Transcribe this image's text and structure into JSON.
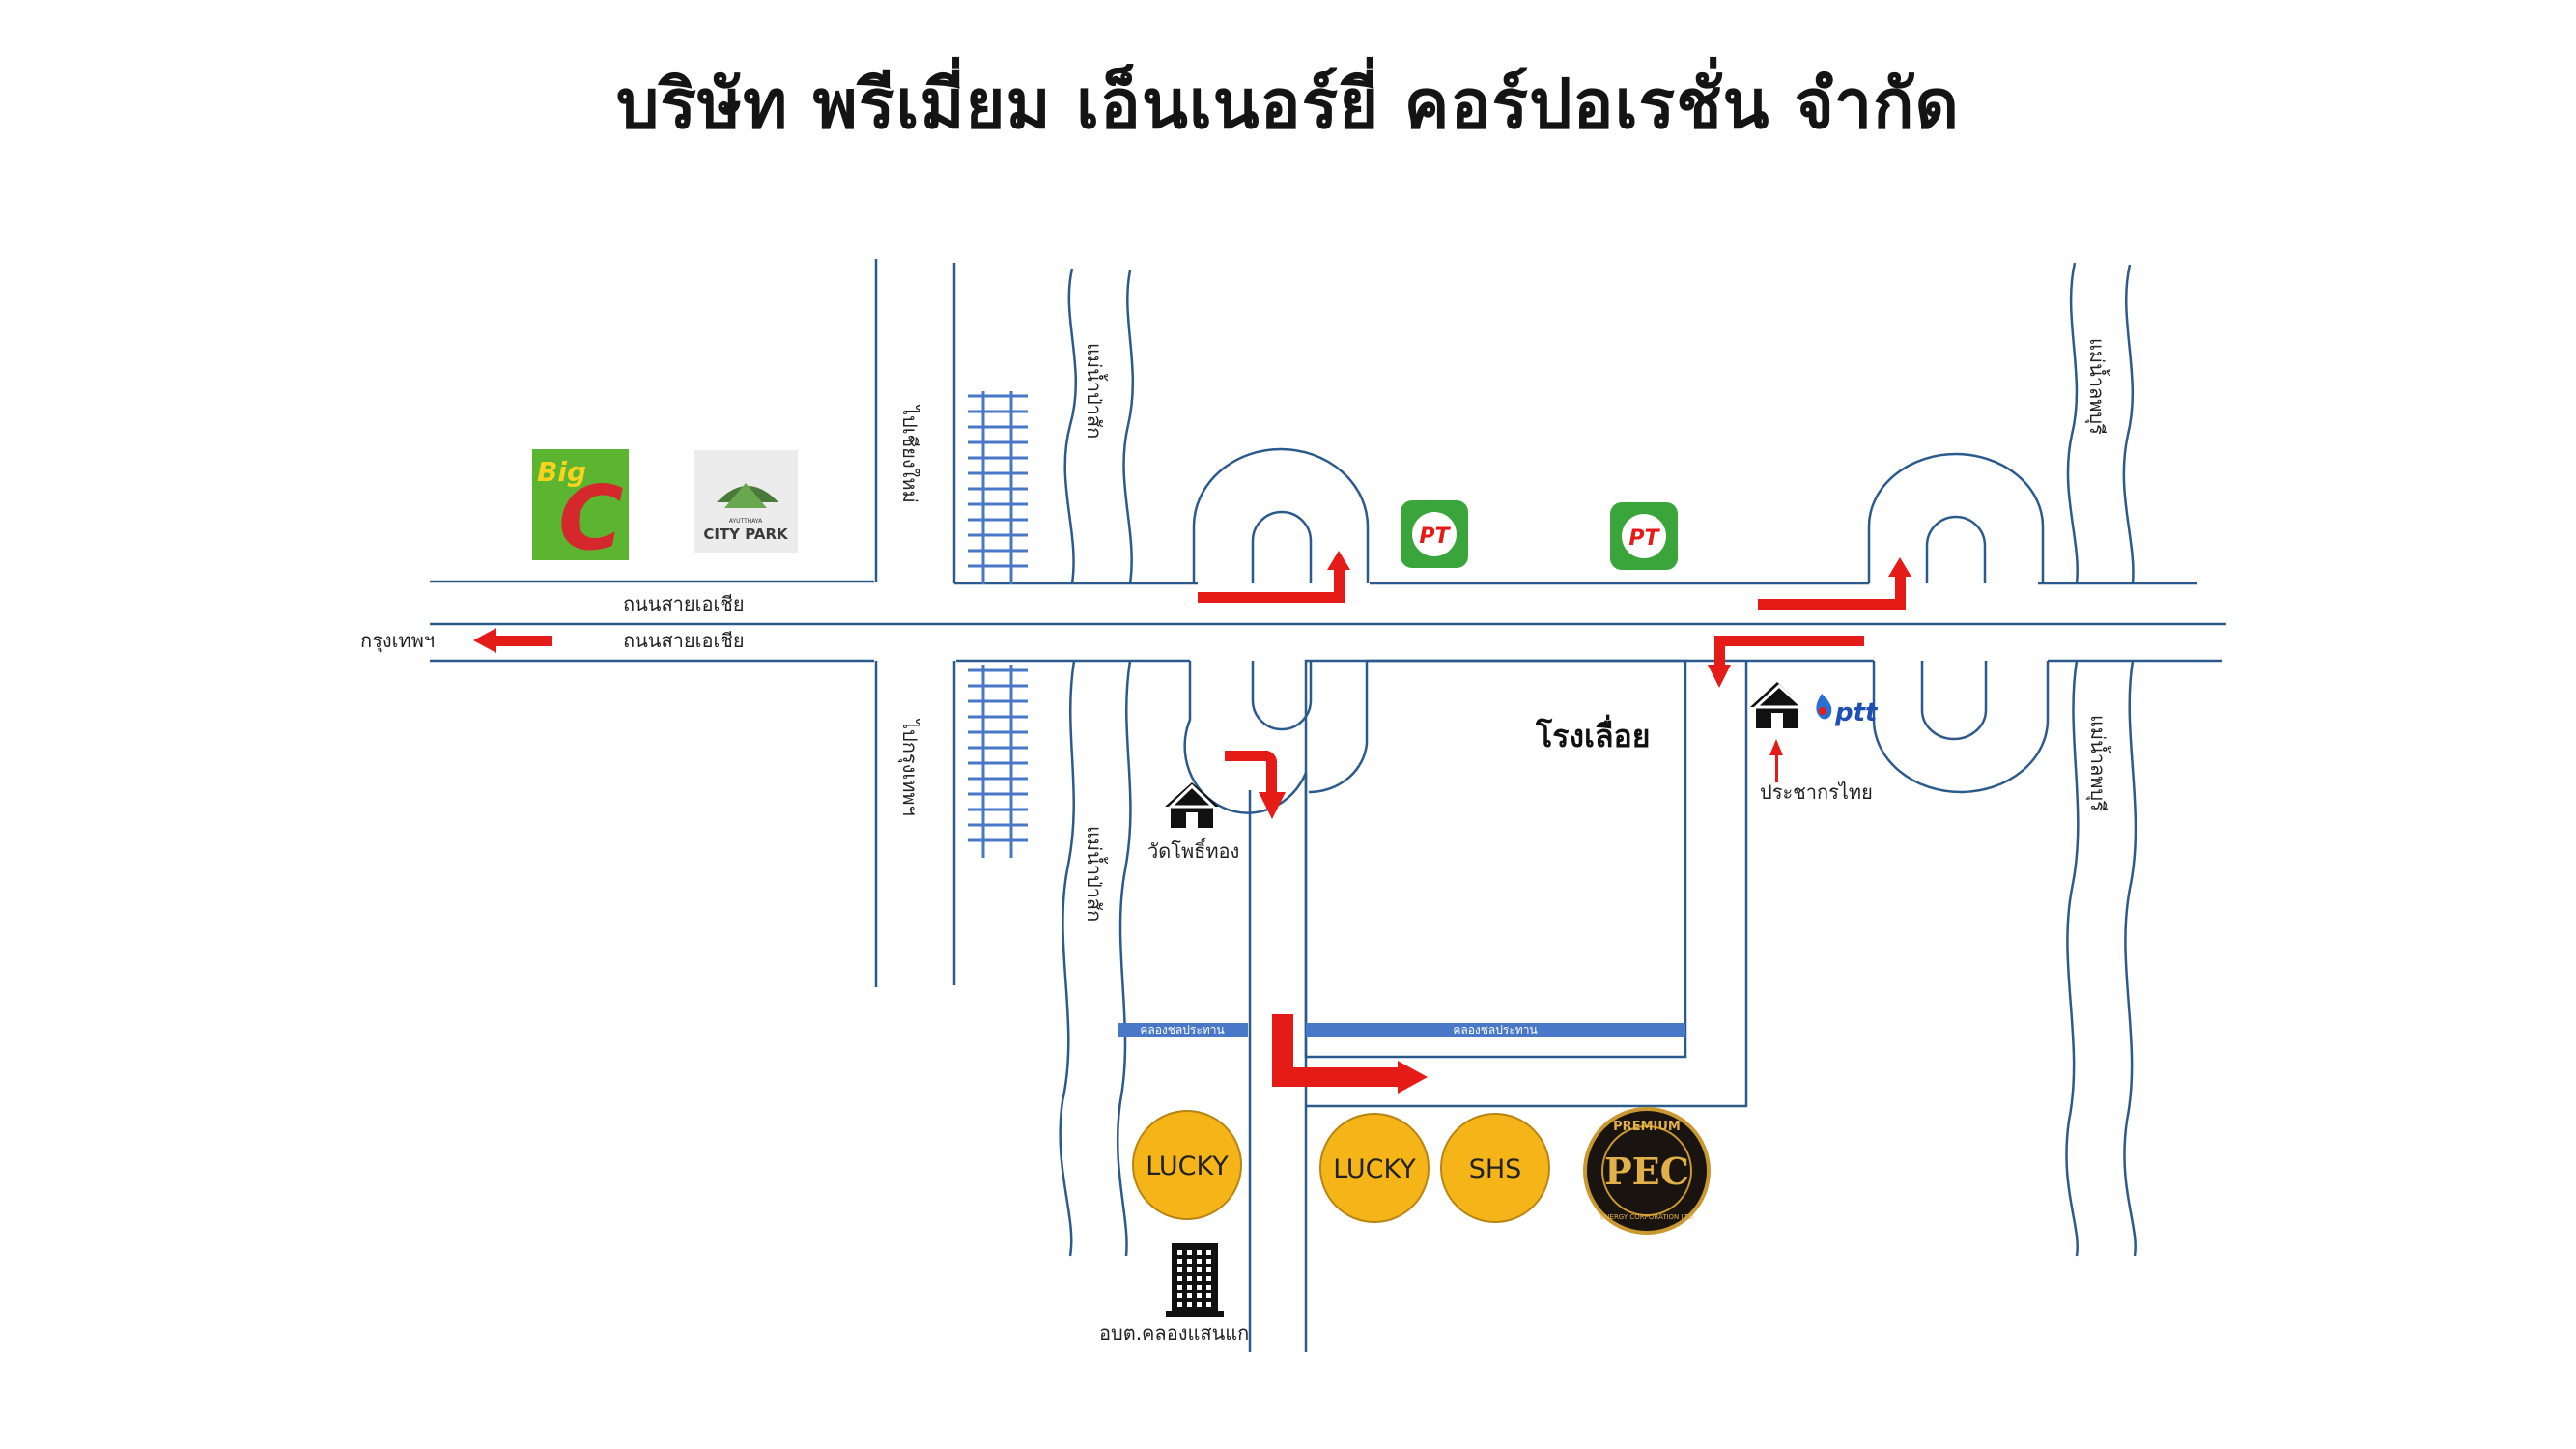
{
  "title": "บริษัท พรีเมี่ยม เอ็นเนอร์ยี่ คอร์ปอเรชั่น จำกัด",
  "labels": {
    "asia_road_north": "ถนนสายเอเชีย",
    "asia_road_south": "ถนนสายเอเชีย",
    "bangkok": "กรุงเทพฯ",
    "river_top_left": "แม่น้ำป่าสัก",
    "river_bottom_left": "แม่น้ำป่าสัก",
    "river_top_right": "แม่น้ำลพบุรี",
    "river_bottom_right": "แม่น้ำลพบุรี",
    "rail_north": "ไปเชียงใหม่",
    "rail_south": "ไปกรุงเทพฯ",
    "sawmill": "โรงเลื่อย",
    "temple": "วัดโพธิ์ทอง",
    "prachakorn": "ประชากรไทย",
    "obt": "อบต.คลองแสนแก",
    "canal_left": "คลองชลประทาน",
    "canal_right": "คลองชลประทาน"
  },
  "logos": {
    "bigc_text": "Big",
    "bigc_letter": "C",
    "citypark_top": "AYUTTHAYA",
    "citypark_bottom": "CITY PARK",
    "pt_text": "PT",
    "ptt_text": "ptt",
    "pec_top": "PREMIUM",
    "pec_center": "PEC",
    "pec_bottom": "ENERGY CORPORATION LTD"
  },
  "markers": [
    {
      "label": "LUCKY"
    },
    {
      "label": "LUCKY"
    },
    {
      "label": "SHS"
    }
  ],
  "colors": {
    "road": "#2b5a8c",
    "arrow": "#e41b17",
    "canal": "#4a78c8",
    "coin": "#f5b519",
    "pt_green": "#3aa53a",
    "bigc_green": "#5cb531",
    "bigc_red": "#d4282c"
  },
  "icons": [
    "house-icon",
    "building-icon",
    "gas-station-icon",
    "arrow-icon"
  ]
}
